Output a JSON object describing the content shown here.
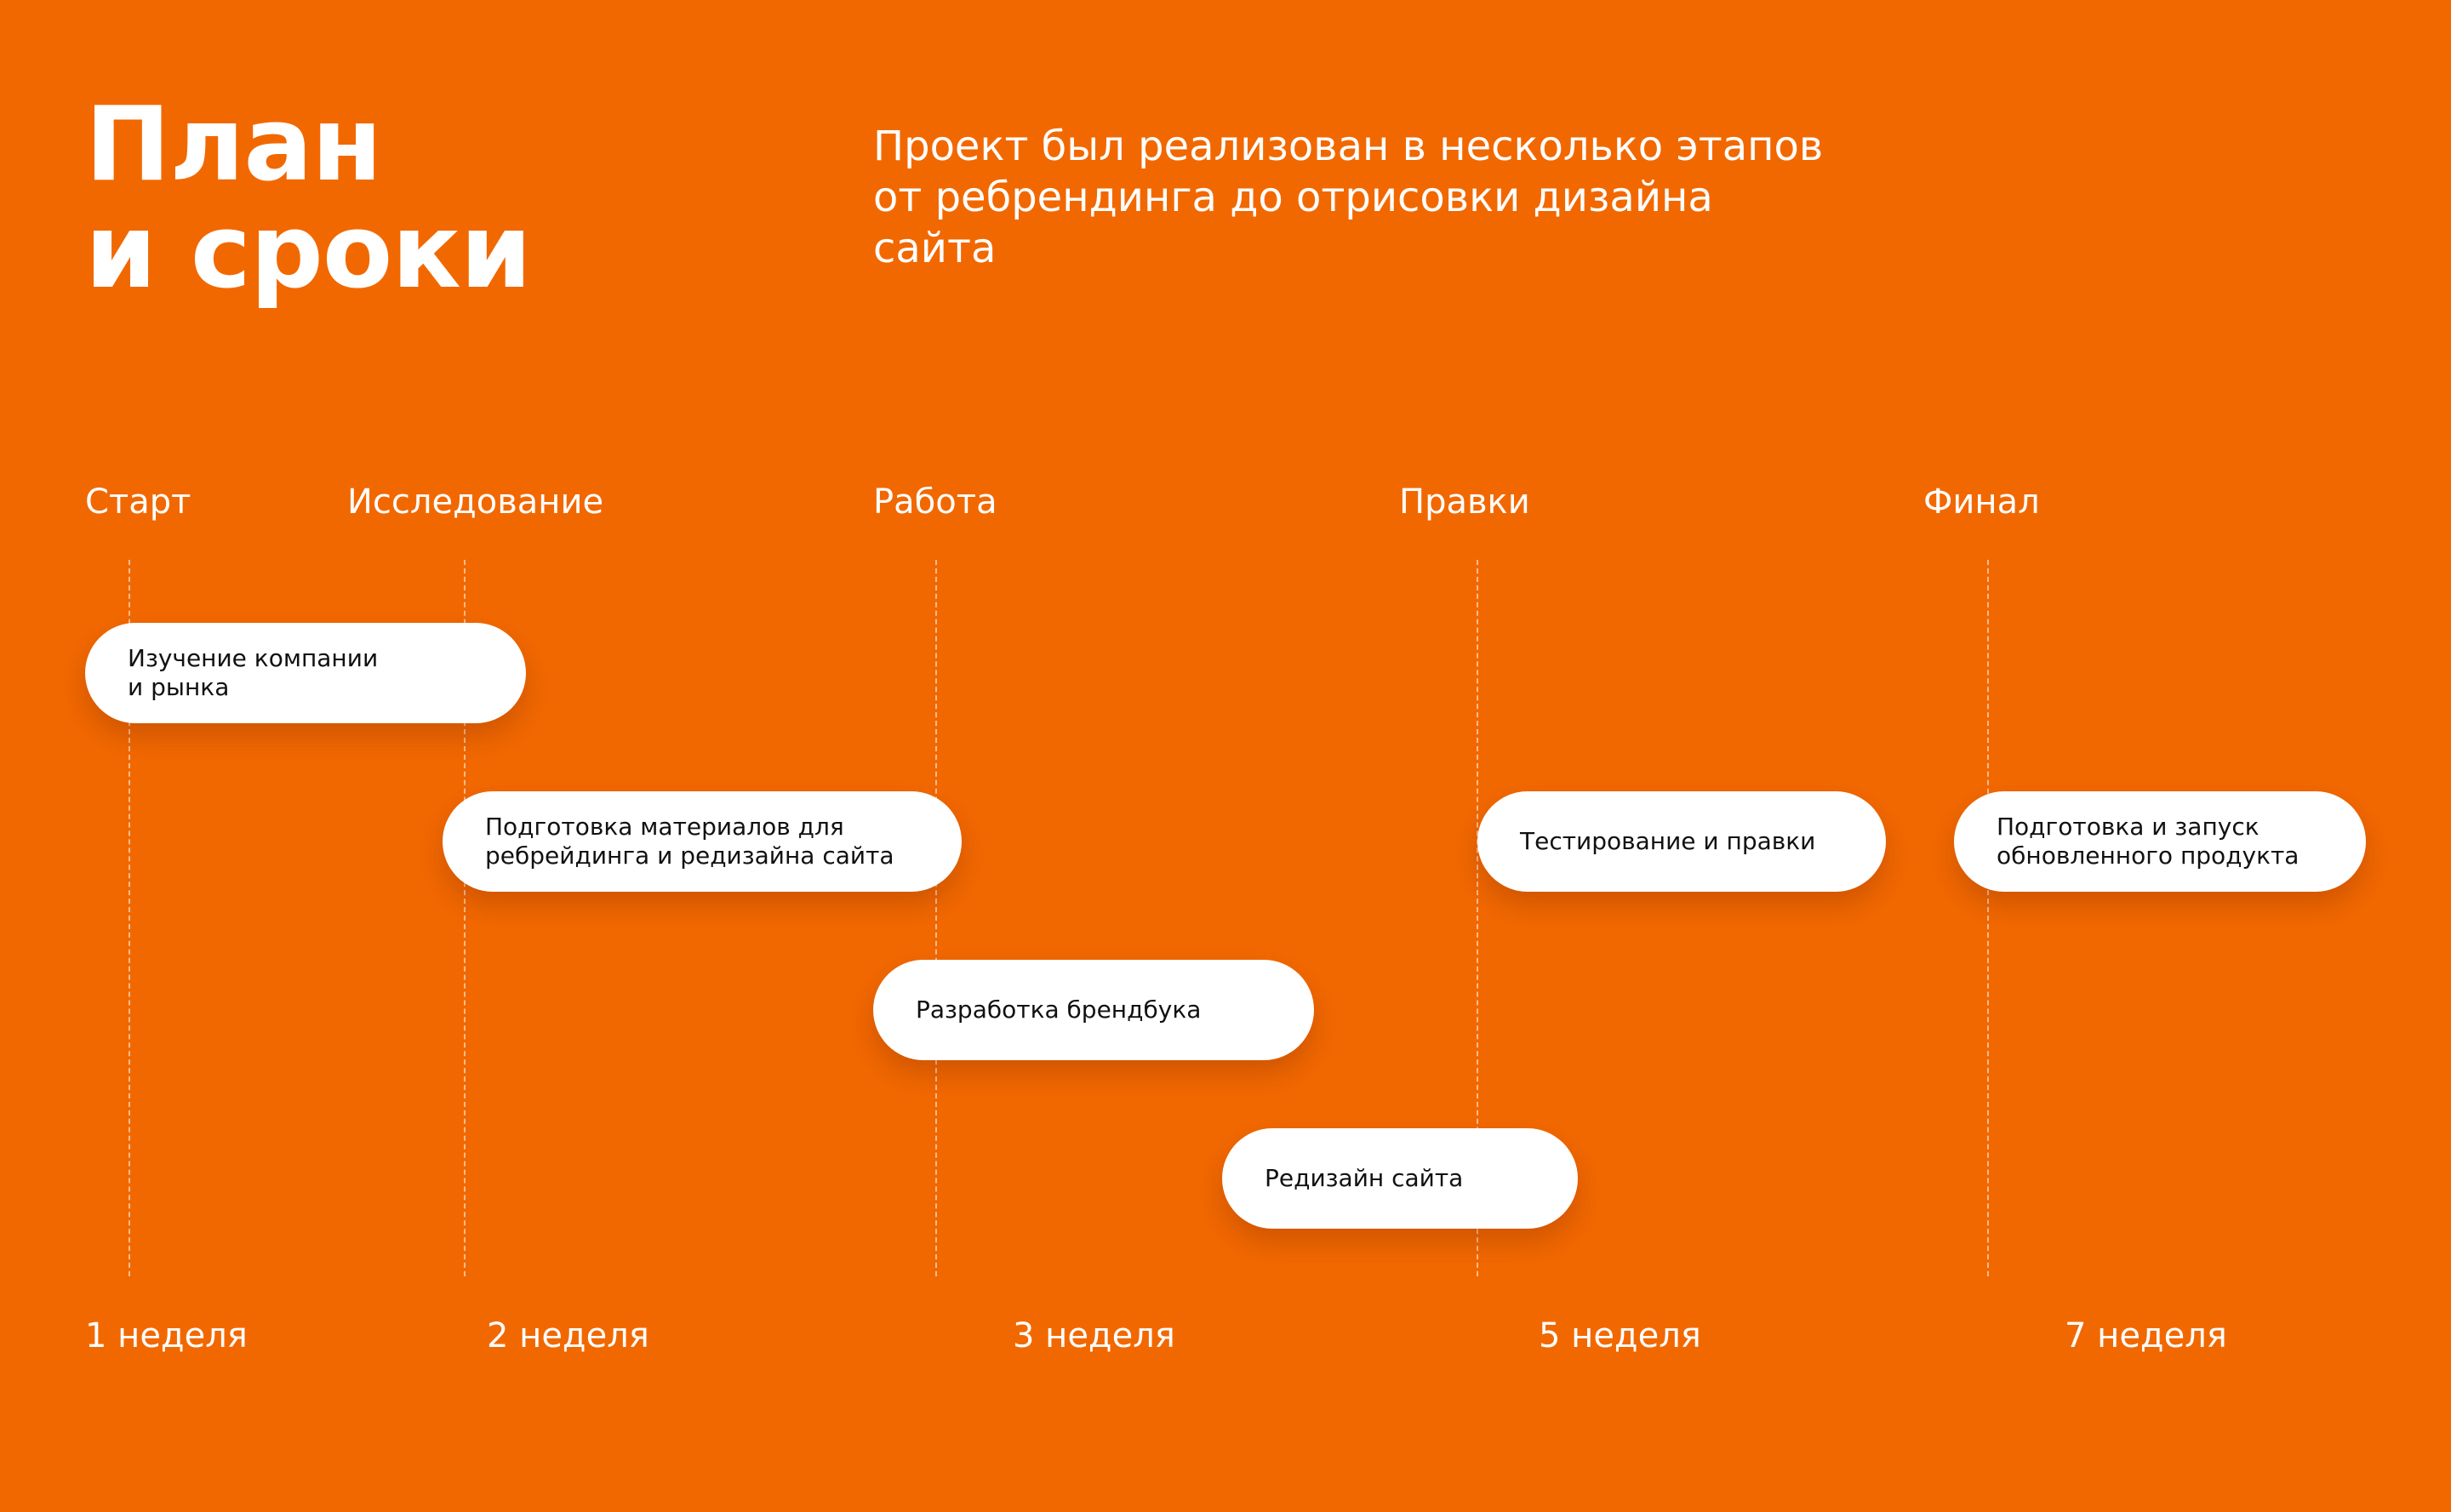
{
  "header": {
    "title_lines": [
      "План",
      "и сроки"
    ],
    "subtitle_lines": [
      "Проект был реализован в несколько этапов",
      "от ребрендинга до отрисовки дизайна",
      "сайта"
    ]
  },
  "phases": [
    "Старт",
    "Исследование",
    "Работа",
    "Правки",
    "Финал"
  ],
  "weeks": [
    "1 неделя",
    "2 неделя",
    "3 неделя",
    "5 неделя",
    "7 неделя"
  ],
  "tasks": [
    {
      "lines": [
        "Изучение компании",
        "и рынка"
      ]
    },
    {
      "lines": [
        "Подготовка материалов для",
        "ребрейдинга и редизайна сайта"
      ]
    },
    {
      "lines": [
        "Тестирование и правки"
      ]
    },
    {
      "lines": [
        "Подготовка и запуск",
        "обновленного продукта"
      ]
    },
    {
      "lines": [
        "Разработка брендбука"
      ]
    },
    {
      "lines": [
        "Редизайн сайта"
      ]
    }
  ],
  "colors": {
    "background": "#F26800",
    "pill": "#FFFFFF",
    "pill_text": "#111111"
  }
}
